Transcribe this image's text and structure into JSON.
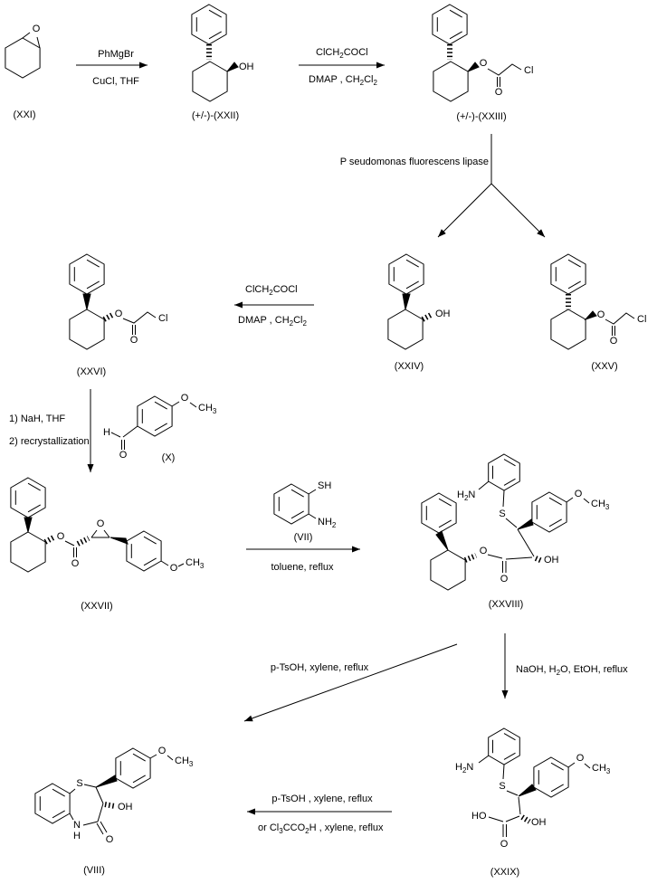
{
  "compounds": {
    "xxi": "(XXI)",
    "xxii": "(+/-)-(XXII)",
    "xxiii": "(+/-)-(XXIII)",
    "xxiv": "(XXIV)",
    "xxv": "(XXV)",
    "xxvi": "(XXVI)",
    "x": "(X)",
    "xxvii": "(XXVII)",
    "vii": "(VII)",
    "xxviii": "(XXVIII)",
    "viii": "(VIII)",
    "xxix": "(XXIX)"
  },
  "reagents": {
    "grignard": "PhMgBr",
    "grignard_cond": "CuCl, THF",
    "acyl_p1": "ClCH",
    "acyl_sub": "2",
    "acyl_p2": "COCl",
    "dmap_p1": "DMAP , CH",
    "dmap_s1": "2",
    "dmap_p2": "Cl",
    "dmap_s2": "2",
    "lipase": "P seudomonas fluorescens lipase",
    "nah_1": "1) NaH, THF",
    "nah_2": "2) recrystallization",
    "toluene": "toluene, reflux",
    "ptsoh_diag": "p-TsOH, xylene, reflux",
    "naoh_p1": "NaOH, H",
    "naoh_s1": "2",
    "naoh_p2": "O, EtOH, reflux",
    "ptsoh_bottom": "p-TsOH , xylene, reflux",
    "tca_p1": "or Cl",
    "tca_s1": "3",
    "tca_p2": "CCO",
    "tca_s2": "2",
    "tca_p3": "H , xylene, reflux"
  },
  "atoms": {
    "O": "O",
    "OH": "OH",
    "HO": "HO",
    "Cl": "Cl",
    "S": "S",
    "SH": "SH",
    "N": "N",
    "H": "H",
    "CH": "CH",
    "NH": "NH",
    "sub2": "2",
    "sub3": "3"
  }
}
